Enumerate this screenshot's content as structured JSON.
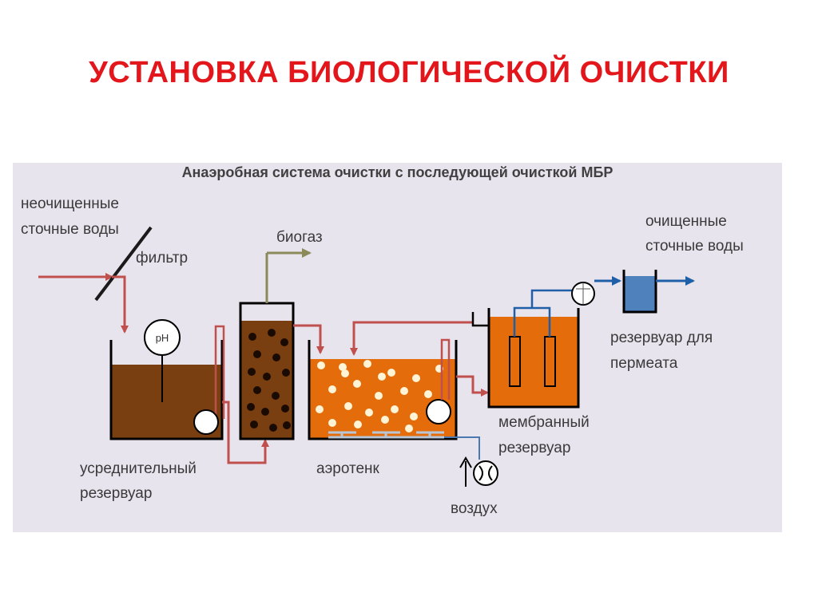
{
  "slide": {
    "title": "УСТАНОВКА БИОЛОГИЧЕСКОЙ ОЧИСТКИ"
  },
  "diagram": {
    "title": "Анаэробная система очистки с последующей очисткой МБР",
    "labels": {
      "raw_water_1": "неочищенные",
      "raw_water_2": "сточные воды",
      "filter": "фильтр",
      "biogas": "биогаз",
      "clean_water_1": "очищенные",
      "clean_water_2": "сточные воды",
      "permeate_tank_1": "резервуар для",
      "permeate_tank_2": "пермеата",
      "membrane_tank_1": "мембранный",
      "membrane_tank_2": "резервуар",
      "equalization_tank_1": "усреднительный",
      "equalization_tank_2": "резервуар",
      "aerotank": "аэротенк",
      "air": "воздух",
      "ph": "pH"
    },
    "colors": {
      "flow_red": "#c0504d",
      "sludge_brown": "#7a3f10",
      "orange_liquid": "#e46c0a",
      "biogas_olive": "#8a8a5a",
      "permeate_blue": "#1f5fa8",
      "permeate_fill": "#4f81bd",
      "tank_outline": "#000000"
    }
  }
}
